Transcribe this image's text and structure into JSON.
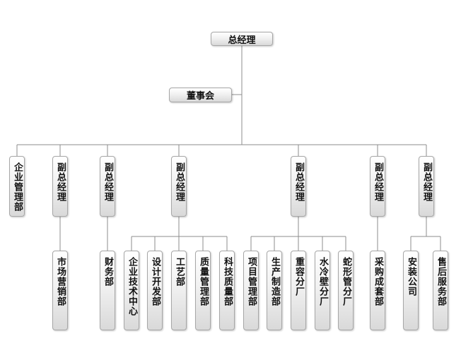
{
  "nodes": {
    "general_manager": "总经理",
    "board": "董事会",
    "enterprise_mgmt": "企业管理部",
    "vp_1": "副总经理",
    "vp_2": "副总经理",
    "vp_3": "副总经理",
    "vp_4": "副总经理",
    "vp_5": "副总经理",
    "vp_6": "副总经理",
    "marketing": "市场营销部",
    "finance": "财务部",
    "tech_center": "企业技术中心",
    "design_dev": "设计开发部",
    "process": "工艺部",
    "quality_mgmt": "质量管理部",
    "sci_tech_quality": "科技质量部",
    "project_mgmt": "项目管理部",
    "production": "生产制造部",
    "heavy_vessel": "重容分厂",
    "water_cooled_wall": "水冷壁分厂",
    "serpentine_tube": "蛇形管分厂",
    "procurement": "采购成套部",
    "installation": "安装公司",
    "after_sales": "售后服务部"
  }
}
